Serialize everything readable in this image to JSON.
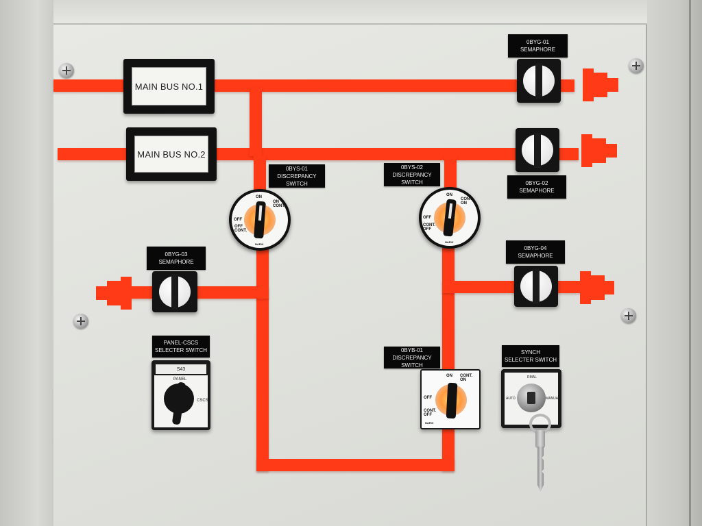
{
  "bus": {
    "main_bus_1": "MAIN BUS NO.1",
    "main_bus_2": "MAIN BUS NO.2",
    "color": "#ff3b17"
  },
  "semaphores": [
    {
      "id": "0BYG-01",
      "label": "SEMAPHORE"
    },
    {
      "id": "0BYG-02",
      "label": "SEMAPHORE"
    },
    {
      "id": "0BYG-03",
      "label": "SEMAPHORE"
    },
    {
      "id": "0BYG-04",
      "label": "SEMAPHORE"
    }
  ],
  "discrepancy_switches": [
    {
      "id": "0BYS-01",
      "label": "DISCREPANCY SWITCH"
    },
    {
      "id": "0BYS-02",
      "label": "DISCREPANCY SWITCH"
    },
    {
      "id": "0BYB-01",
      "label": "DISCREPANCY SWITCH"
    }
  ],
  "dial_markings": {
    "on": "ON",
    "on_cont": "ON\nCONT.",
    "cont_on": "CONT.\nON",
    "off": "OFF",
    "off_cont": "OFF\nCONT.",
    "cont_off": "CONT.\nOFF",
    "brand": "NARVI"
  },
  "panel_selector": {
    "title": "PANEL-CSCS",
    "subtitle": "SELECTER SWITCH",
    "tag": "S43",
    "panel": "PANEL",
    "cscs": "CSCS"
  },
  "synch_selector": {
    "title": "SYNCH",
    "subtitle": "SELECTER SWITCH",
    "pos_top": "RMAL",
    "pos_left": "AUTO",
    "pos_right": "MANUAL"
  }
}
